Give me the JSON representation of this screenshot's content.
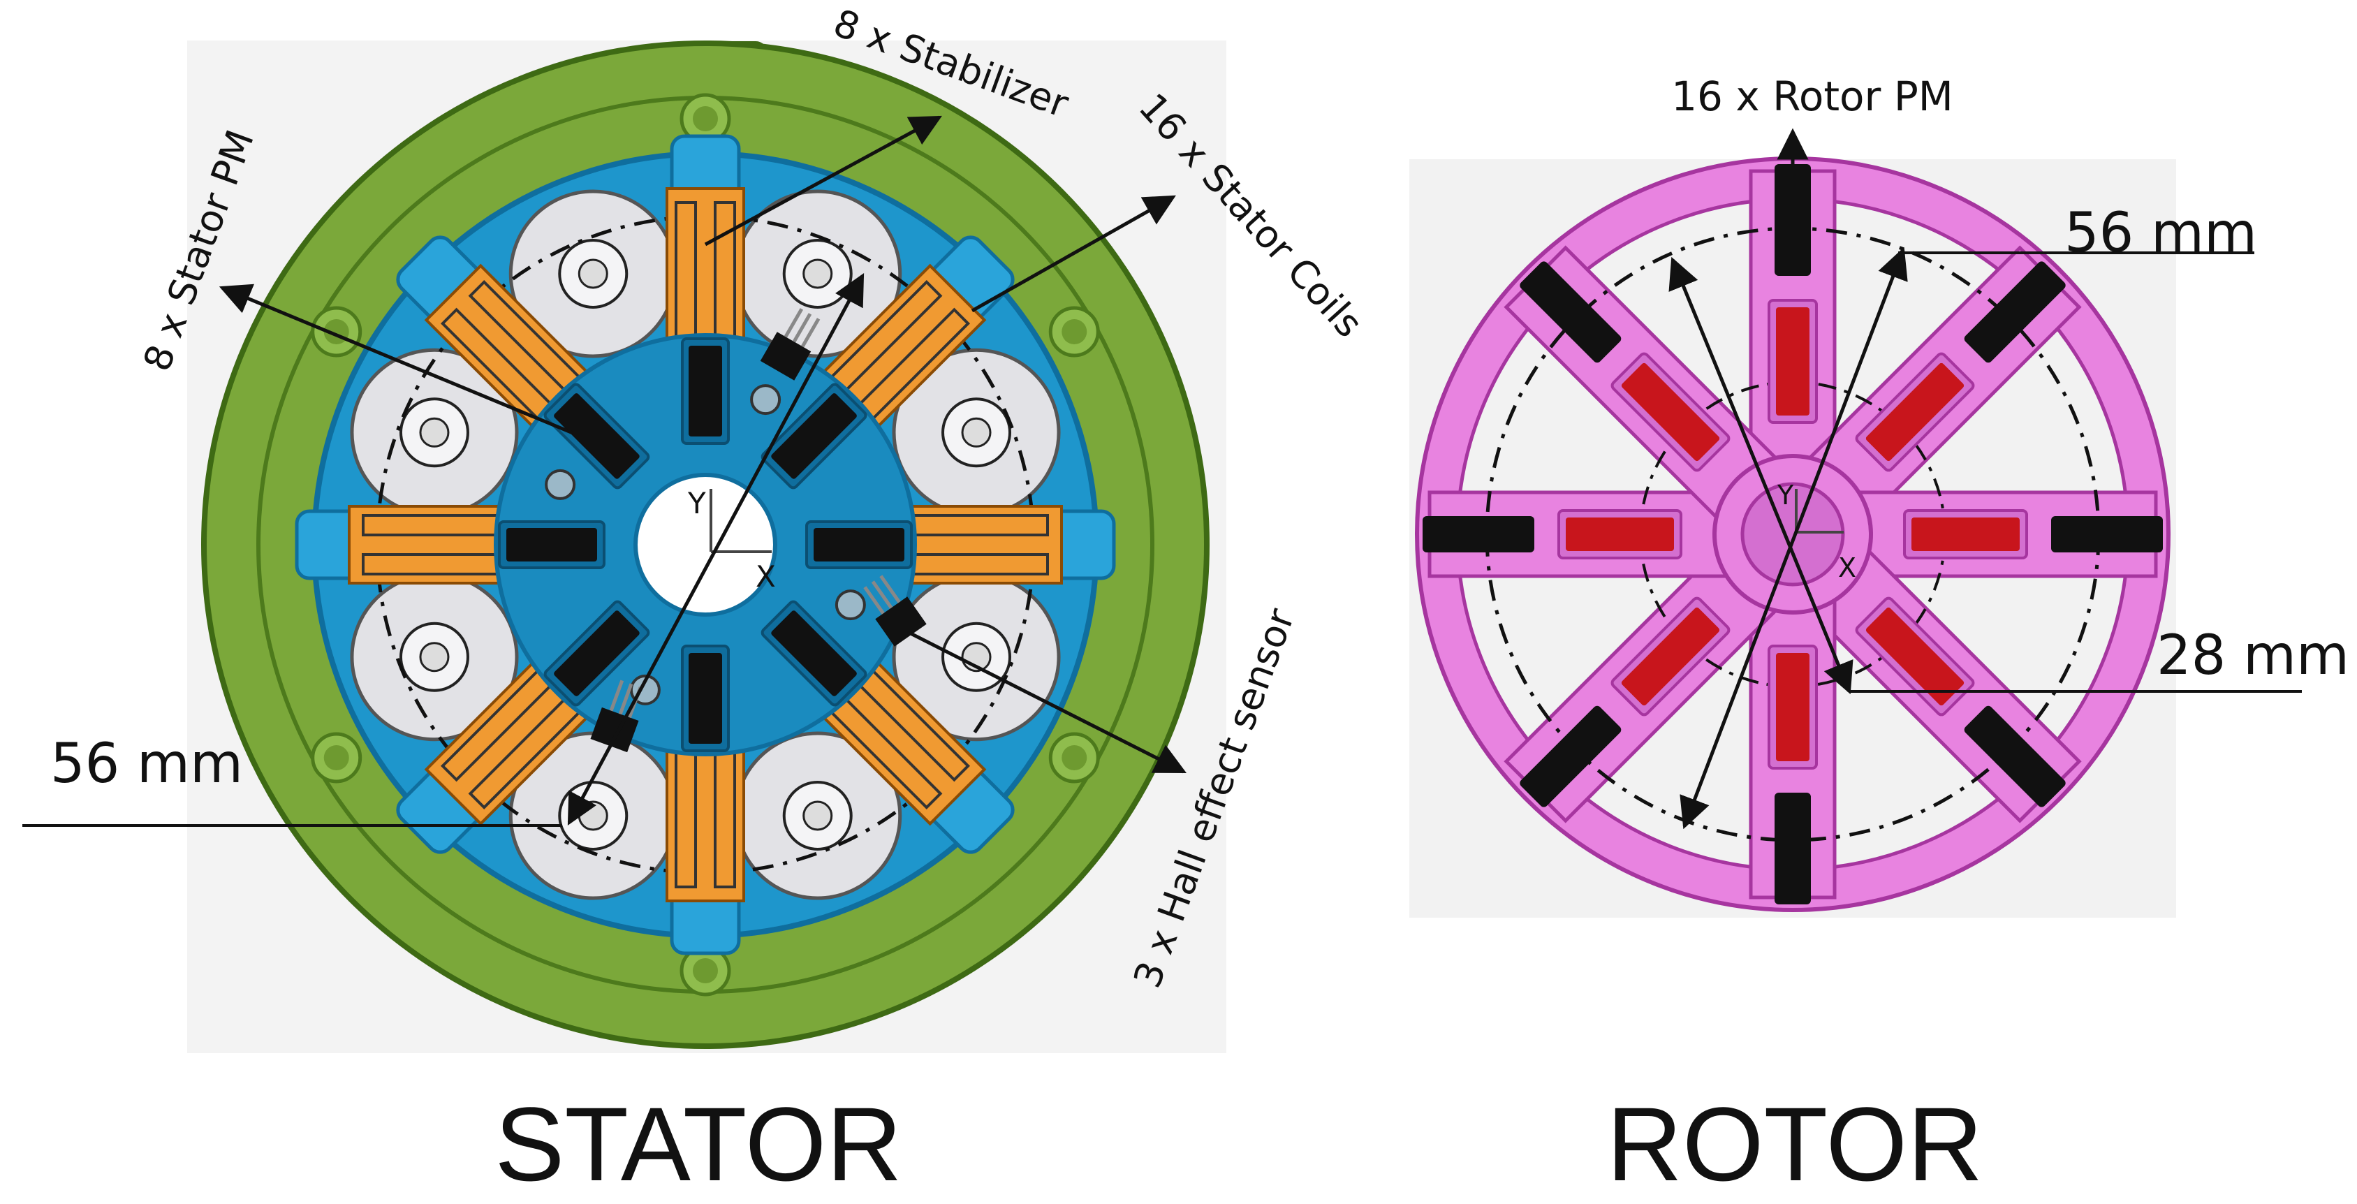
{
  "colors": {
    "housing": "#7ba83a",
    "housing_dark": "#4d7a1c",
    "stator_core": "#1e96cc",
    "stator_core_dark": "#0f6e9e",
    "disc": "#e2e2e6",
    "coil": "#f09a32",
    "magnet_black": "#111111",
    "rotor": "#e883e0",
    "rotor_dark": "#a6359f",
    "rotor_magnet_red": "#c8151c",
    "rotor_bg": "#f2f2f2"
  },
  "stator": {
    "caption": "STATOR",
    "callouts": {
      "stator_pm": "8 x Stator PM",
      "stabilizer": "8 x Stabilizer",
      "coils": "16 x Stator Coils",
      "hall": "3 x Hall effect sensor",
      "dimension": "56 mm"
    },
    "axis_x": "X",
    "axis_y": "Y"
  },
  "rotor": {
    "caption": "ROTOR",
    "callouts": {
      "rotor_pm": "16 x Rotor PM",
      "dim_outer": "56 mm",
      "dim_inner": "28 mm"
    },
    "axis_x": "X",
    "axis_y": "Y"
  }
}
